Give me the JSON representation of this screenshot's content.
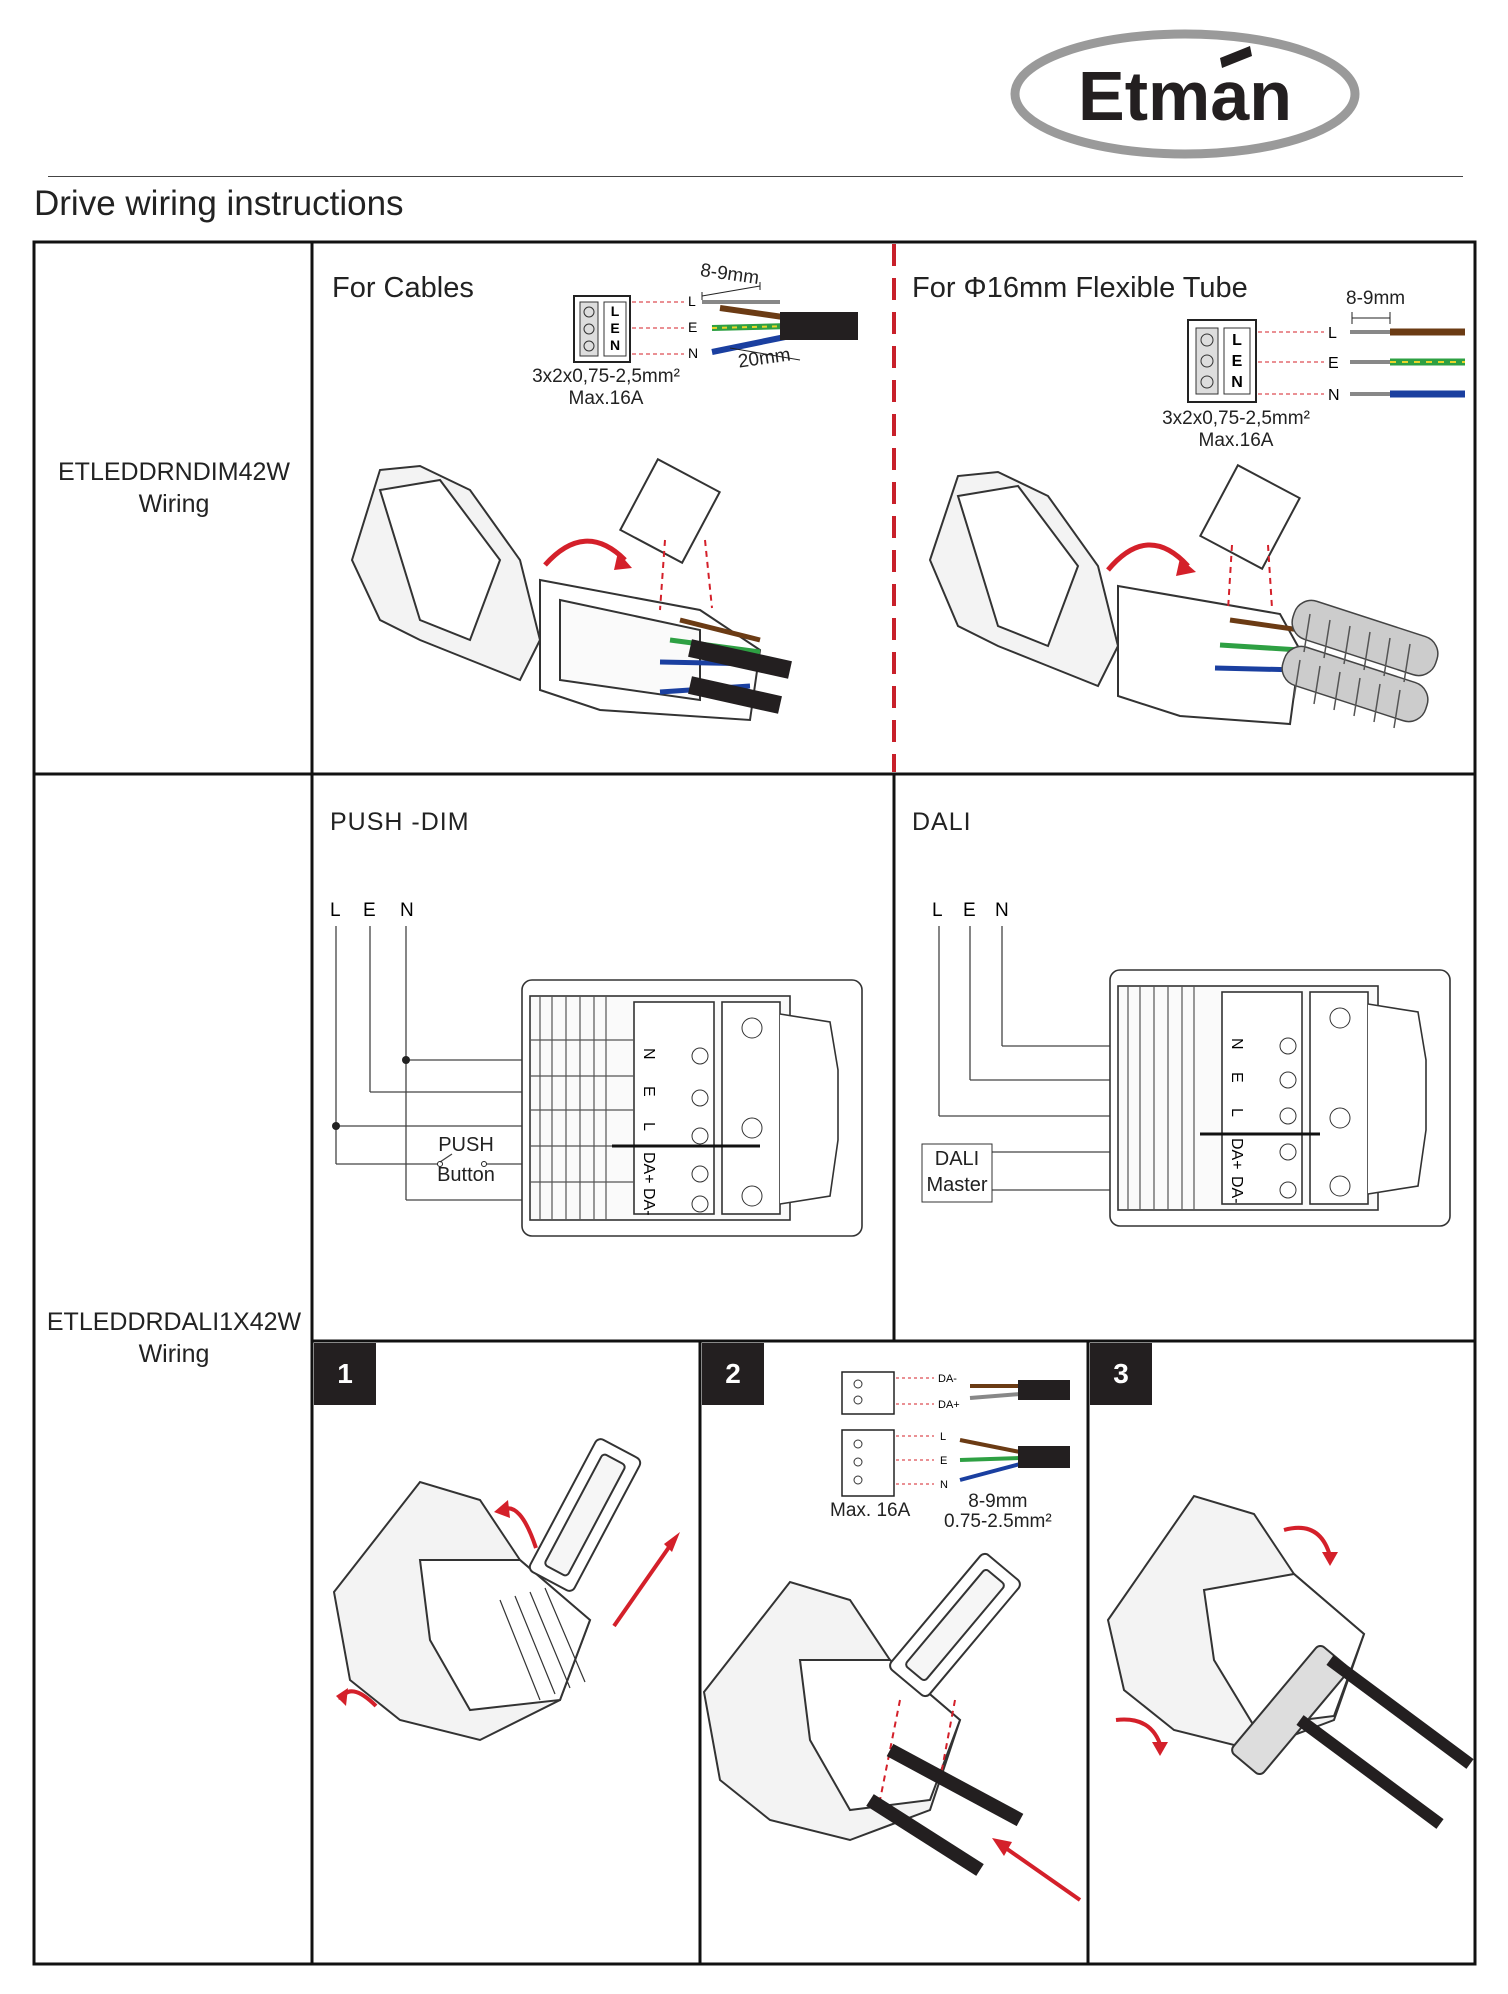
{
  "header": {
    "brand": "Etman",
    "title": "Drive wiring instructions"
  },
  "rows": [
    {
      "model": "ETLEDDRNDIM42W",
      "caption": "Wiring"
    },
    {
      "model": "ETLEDDRDALI1X42W",
      "caption": "Wiring"
    }
  ],
  "cables": {
    "heading": "For Cables",
    "strip": "8-9mm",
    "sheath": "20mm",
    "spec": "3x2x0,75-2,5mm²",
    "max": "Max.16A",
    "terminals": [
      "L",
      "E",
      "N"
    ]
  },
  "tube": {
    "heading": "For Φ16mm Flexible Tube",
    "strip": "8-9mm",
    "spec": "3x2x0,75-2,5mm²",
    "max": "Max.16A",
    "terminals": [
      "L",
      "E",
      "N"
    ]
  },
  "push_dim": {
    "heading": "PUSH -DIM",
    "lines": [
      "L",
      "E",
      "N"
    ],
    "button": [
      "PUSH",
      "Button"
    ],
    "pins": [
      "N",
      "E",
      "L",
      "DA+",
      "DA-"
    ]
  },
  "dali": {
    "heading": "DALI",
    "lines": [
      "L",
      "E",
      "N"
    ],
    "master": [
      "DALI",
      "Master"
    ],
    "pins": [
      "N",
      "E",
      "L",
      "DA+",
      "DA-"
    ]
  },
  "steps": {
    "numbers": [
      "1",
      "2",
      "3"
    ],
    "dali_terminals": [
      "DA-",
      "DA+"
    ],
    "power_terminals": [
      "L",
      "E",
      "N"
    ],
    "max": "Max. 16A",
    "strip": "8-9mm",
    "cross_section": "0.75-2.5mm²"
  },
  "colors": {
    "brown": "#6b3b14",
    "green": "#2ea043",
    "yellow": "#e9d42a",
    "blue": "#1a3fa0",
    "red": "#d4202a",
    "grey": "#888888"
  }
}
